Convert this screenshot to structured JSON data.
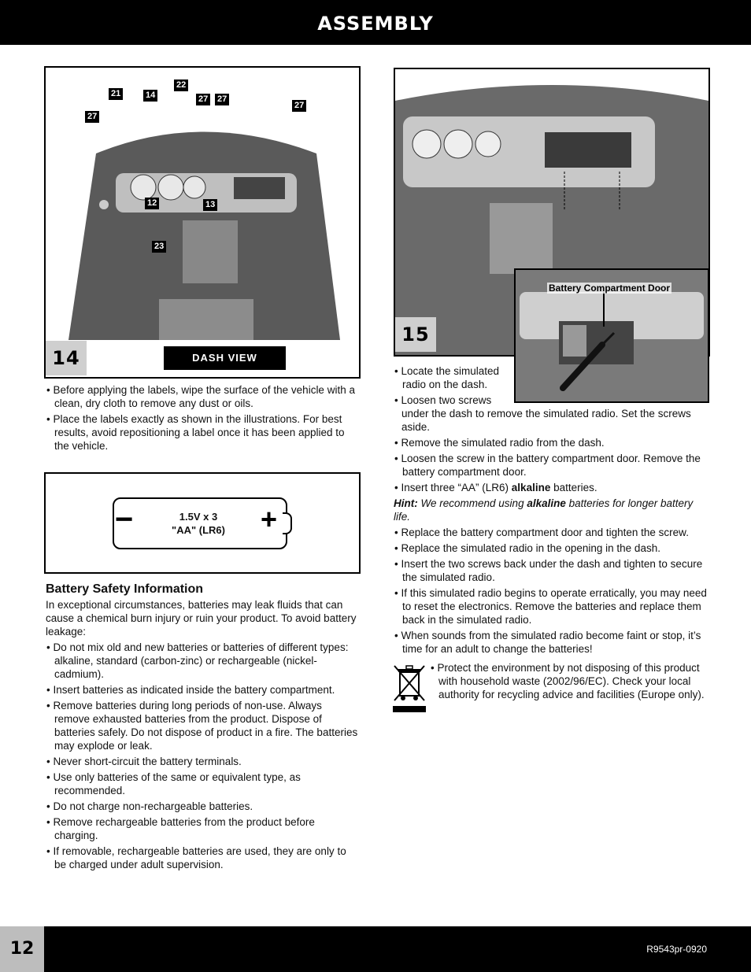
{
  "header": {
    "title": "ASSEMBLY"
  },
  "figure14": {
    "step": "14",
    "view_label": "DASH VIEW",
    "tags": [
      "21",
      "14",
      "22",
      "27",
      "27",
      "27",
      "27",
      "12",
      "13",
      "23"
    ]
  },
  "figure15": {
    "step": "15",
    "callout": "Battery Compartment Door"
  },
  "left_bullets": [
    "Before applying the labels, wipe the surface of the vehicle with a clean, dry cloth to remove any dust or oils.",
    "Place the labels exactly as shown in the illustrations. For best results, avoid repositioning a label once it has been applied to the vehicle."
  ],
  "battery_box": {
    "line1": "1.5V x 3",
    "line2": "\"AA\" (LR6)",
    "minus": "−",
    "plus": "+"
  },
  "safety": {
    "heading": "Battery Safety Information",
    "intro": "In exceptional circumstances, batteries may leak fluids that can cause a chemical burn injury or ruin your product. To avoid battery leakage:",
    "bullets": [
      "Do not mix old and new batteries or batteries of different types: alkaline, standard (carbon-zinc) or rechargeable (nickel-cadmium).",
      "Insert batteries as indicated inside the battery compartment.",
      "Remove batteries during long periods of non-use. Always remove exhausted batteries from the product. Dispose of batteries safely. Do not dispose of product in a fire. The batteries may explode or leak.",
      "Never short-circuit the battery terminals.",
      "Use only batteries of the same or equivalent type, as recommended.",
      "Do not charge non-rechargeable batteries.",
      "Remove rechargeable batteries from the product before charging.",
      "If removable, rechargeable batteries are used, they are only to be charged under adult supervision."
    ]
  },
  "right": {
    "bullet_locate": "Locate the simulated radio on the dash.",
    "bullet_loosen_a": "Loosen two screws",
    "bullet_loosen_b": "under the dash to remove the simulated radio. Set the screws aside.",
    "bullets_mid": [
      "Remove the simulated radio from the dash.",
      "Loosen the screw in the battery compartment door. Remove the battery compartment door."
    ],
    "insert_pre": "Insert three “AA” (LR6)",
    "insert_bold": "alkaline",
    "insert_post": "batteries.",
    "hint_label": "Hint:",
    "hint_pre": "We recommend using",
    "hint_bold": "alkaline",
    "hint_post": "batteries for longer battery life.",
    "bullets_end": [
      "Replace the battery compartment door and tighten the screw.",
      "Replace the simulated radio in the opening in the dash.",
      "Insert the two screws back under the dash and tighten to secure the simulated radio.",
      "If this simulated radio begins to operate erratically, you may need to reset the electronics. Remove the batteries and replace them back in the simulated radio.",
      "When sounds from the simulated radio become faint or stop, it’s time for an adult to change the batteries!"
    ],
    "environment": "Protect the environment by not disposing of this product with household waste (2002/96/EC). Check your local authority for recycling advice and facilities (Europe only)."
  },
  "footer": {
    "page": "12",
    "code": "R9543pr-0920"
  }
}
